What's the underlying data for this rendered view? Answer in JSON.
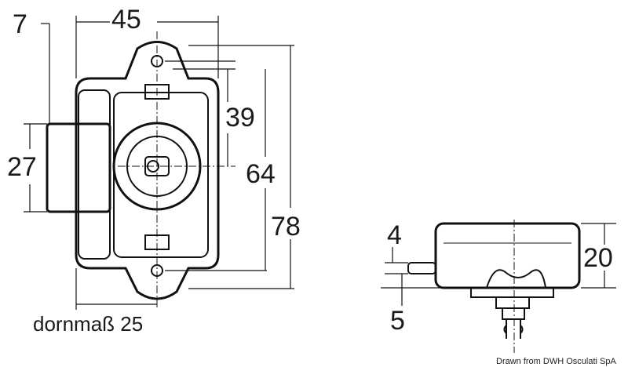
{
  "dimensions": {
    "offset_7": "7",
    "width_45": "45",
    "hole_39": "39",
    "knob_27": "27",
    "hole_64": "64",
    "height_78": "78",
    "backset": "dornmaß 25",
    "side_4": "4",
    "side_20": "20",
    "side_5": "5"
  },
  "credit": "Drawn from DWH Osculati SpA"
}
